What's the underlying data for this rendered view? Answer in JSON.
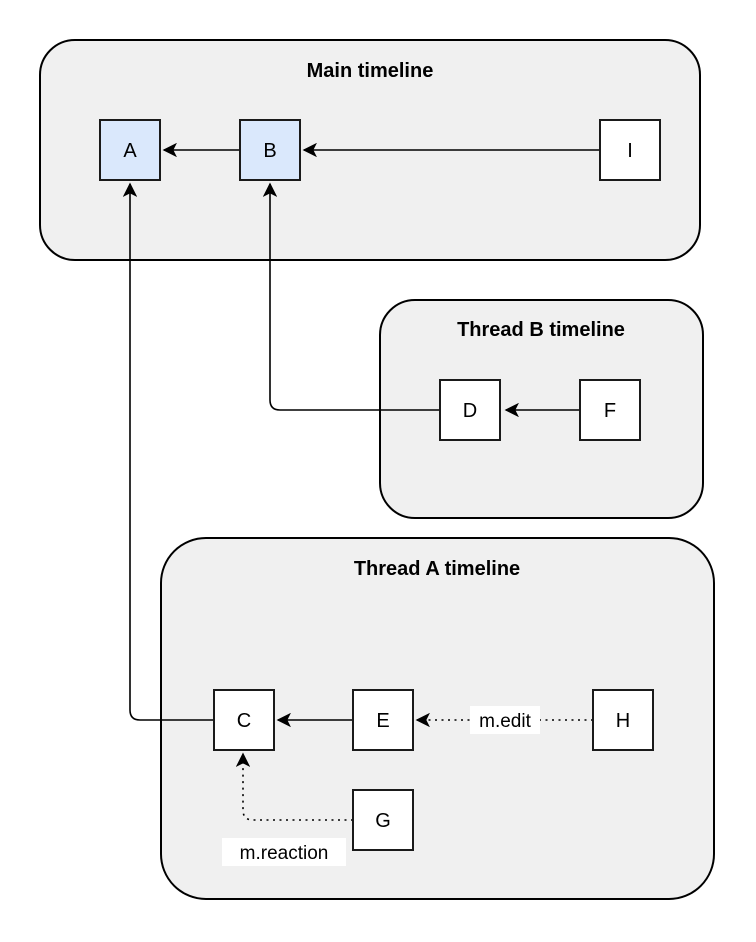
{
  "diagram": {
    "description": "Event DAG diagram showing a main timeline and two thread timelines with message relations",
    "colors": {
      "background": "#ffffff",
      "container_fill": "#f0f0f0",
      "container_stroke": "#000000",
      "node_fill": "#ffffff",
      "node_highlight_fill": "#dae8fc",
      "node_stroke": "#1a1a1a",
      "edge_stroke": "#000000"
    },
    "containers": [
      {
        "id": "main",
        "title": "Main timeline"
      },
      {
        "id": "thread-b",
        "title": "Thread B timeline"
      },
      {
        "id": "thread-a",
        "title": "Thread A timeline"
      }
    ],
    "nodes": [
      {
        "id": "A",
        "label": "A",
        "container": "main",
        "highlighted": true
      },
      {
        "id": "B",
        "label": "B",
        "container": "main",
        "highlighted": true
      },
      {
        "id": "I",
        "label": "I",
        "container": "main",
        "highlighted": false
      },
      {
        "id": "D",
        "label": "D",
        "container": "thread-b",
        "highlighted": false
      },
      {
        "id": "F",
        "label": "F",
        "container": "thread-b",
        "highlighted": false
      },
      {
        "id": "C",
        "label": "C",
        "container": "thread-a",
        "highlighted": false
      },
      {
        "id": "E",
        "label": "E",
        "container": "thread-a",
        "highlighted": false
      },
      {
        "id": "H",
        "label": "H",
        "container": "thread-a",
        "highlighted": false
      },
      {
        "id": "G",
        "label": "G",
        "container": "thread-a",
        "highlighted": false
      }
    ],
    "edges": [
      {
        "from": "B",
        "to": "A",
        "style": "solid",
        "label": ""
      },
      {
        "from": "I",
        "to": "B",
        "style": "solid",
        "label": ""
      },
      {
        "from": "F",
        "to": "D",
        "style": "solid",
        "label": ""
      },
      {
        "from": "D",
        "to": "B",
        "style": "solid",
        "label": ""
      },
      {
        "from": "E",
        "to": "C",
        "style": "solid",
        "label": ""
      },
      {
        "from": "C",
        "to": "A",
        "style": "solid",
        "label": ""
      },
      {
        "from": "H",
        "to": "E",
        "style": "dotted",
        "label": "m.edit"
      },
      {
        "from": "G",
        "to": "C",
        "style": "dotted",
        "label": "m.reaction"
      }
    ]
  }
}
